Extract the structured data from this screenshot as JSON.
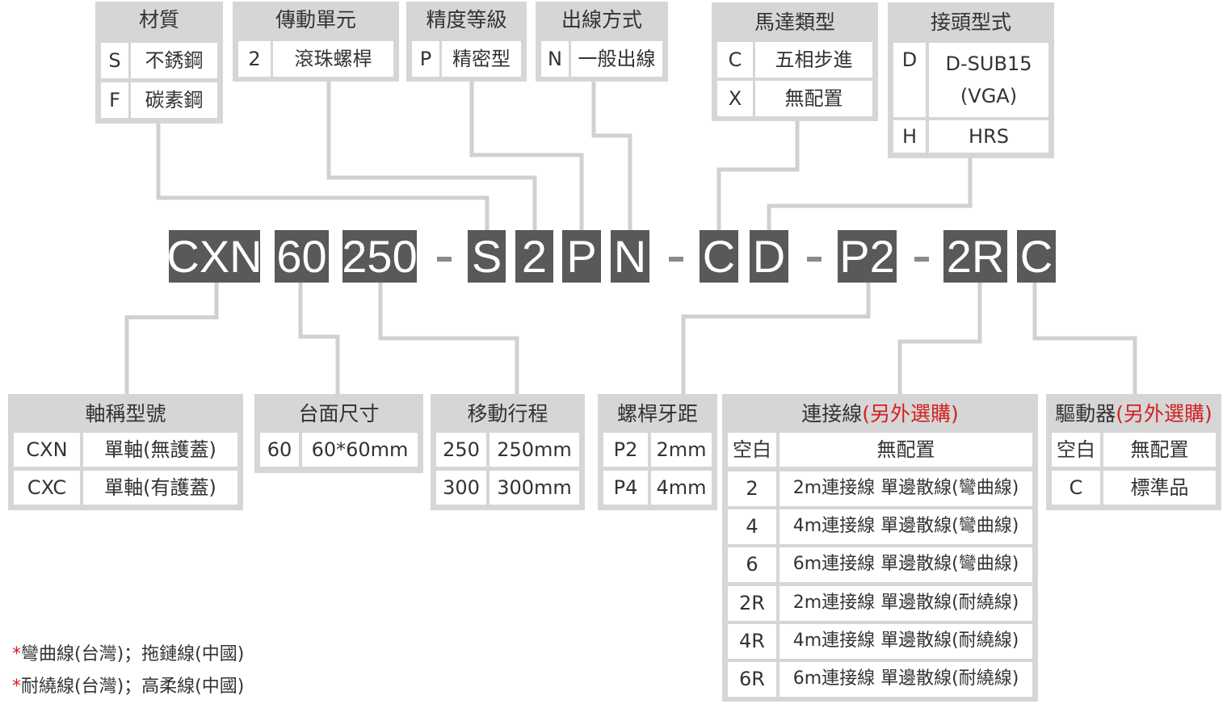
{
  "code_segments": [
    "CXN",
    "60",
    "250",
    "S",
    "2",
    "P",
    "N",
    "C",
    "D",
    "P2",
    "2R",
    "C"
  ],
  "dash": "-",
  "top_groups": {
    "material": {
      "title": "材質",
      "rows": [
        [
          "S",
          "不銹鋼"
        ],
        [
          "F",
          "碳素鋼"
        ]
      ]
    },
    "drive_unit": {
      "title": "傳動單元",
      "rows": [
        [
          "2",
          "滾珠螺桿"
        ]
      ]
    },
    "precision": {
      "title": "精度等級",
      "rows": [
        [
          "P",
          "精密型"
        ]
      ]
    },
    "wiring": {
      "title": "出線方式",
      "rows": [
        [
          "N",
          "一般出線"
        ]
      ]
    },
    "motor": {
      "title": "馬達類型",
      "rows": [
        [
          "C",
          "五相步進"
        ],
        [
          "X",
          "無配置"
        ]
      ]
    },
    "connector": {
      "title": "接頭型式",
      "rows": [
        [
          "D",
          "D-SUB15",
          "(VGA)"
        ],
        [
          "H",
          "HRS"
        ]
      ]
    }
  },
  "bottom_groups": {
    "axis": {
      "title": "軸稱型號",
      "rows": [
        [
          "CXN",
          "單軸(無護蓋)"
        ],
        [
          "CXC",
          "單軸(有護蓋)"
        ]
      ]
    },
    "table": {
      "title": "台面尺寸",
      "rows": [
        [
          "60",
          "60*60mm"
        ]
      ]
    },
    "stroke": {
      "title": "移動行程",
      "rows": [
        [
          "250",
          "250mm"
        ],
        [
          "300",
          "300mm"
        ]
      ]
    },
    "pitch": {
      "title": "螺桿牙距",
      "rows": [
        [
          "P2",
          "2mm"
        ],
        [
          "P4",
          "4mm"
        ]
      ]
    },
    "cable": {
      "title": "連接線",
      "title_note": "(另外選購)",
      "rows": [
        [
          "空白",
          "無配置"
        ],
        [
          "2",
          "2m連接線 單邊散線(彎曲線)"
        ],
        [
          "4",
          "4m連接線 單邊散線(彎曲線)"
        ],
        [
          "6",
          "6m連接線 單邊散線(彎曲線)"
        ],
        [
          "2R",
          "2m連接線 單邊散線(耐繞線)"
        ],
        [
          "4R",
          "4m連接線 單邊散線(耐繞線)"
        ],
        [
          "6R",
          "6m連接線 單邊散線(耐繞線)"
        ]
      ]
    },
    "driver": {
      "title": "驅動器",
      "title_note": "(另外選購)",
      "rows": [
        [
          "空白",
          "無配置"
        ],
        [
          "C",
          "標準品"
        ]
      ]
    }
  },
  "notes": [
    {
      "star": "*",
      "text": "彎曲線(台灣)；拖鏈線(中國)"
    },
    {
      "star": "*",
      "text": "耐繞線(台灣)；高柔線(中國)"
    }
  ],
  "colors": {
    "code_box": "#595959",
    "panel": "#d6d6d6",
    "connector": "#d0d0d0",
    "accent": "#d42020"
  }
}
